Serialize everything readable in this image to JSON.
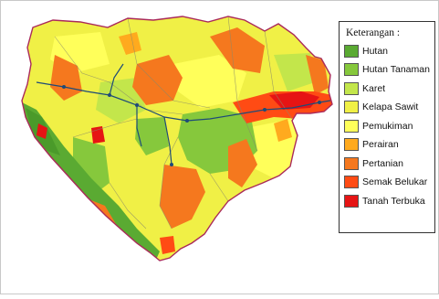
{
  "legend": {
    "title": "Keterangan :",
    "items": [
      {
        "label": "Hutan",
        "color": "#5aaa32"
      },
      {
        "label": "Hutan Tanaman",
        "color": "#86c83c"
      },
      {
        "label": "Karet",
        "color": "#c3e64b"
      },
      {
        "label": "Kelapa Sawit",
        "color": "#f0f046"
      },
      {
        "label": "Pemukiman",
        "color": "#ffff5a"
      },
      {
        "label": "Perairan",
        "color": "#ffaa1e"
      },
      {
        "label": "Pertanian",
        "color": "#f5781e"
      },
      {
        "label": "Semak Belukar",
        "color": "#ff4b14"
      },
      {
        "label": "Tanah Terbuka",
        "color": "#e61414"
      }
    ]
  },
  "map": {
    "boundary_color": "#aa2a5a",
    "river_color": "#1e4b78",
    "district_line_color": "#8a8a6a"
  }
}
